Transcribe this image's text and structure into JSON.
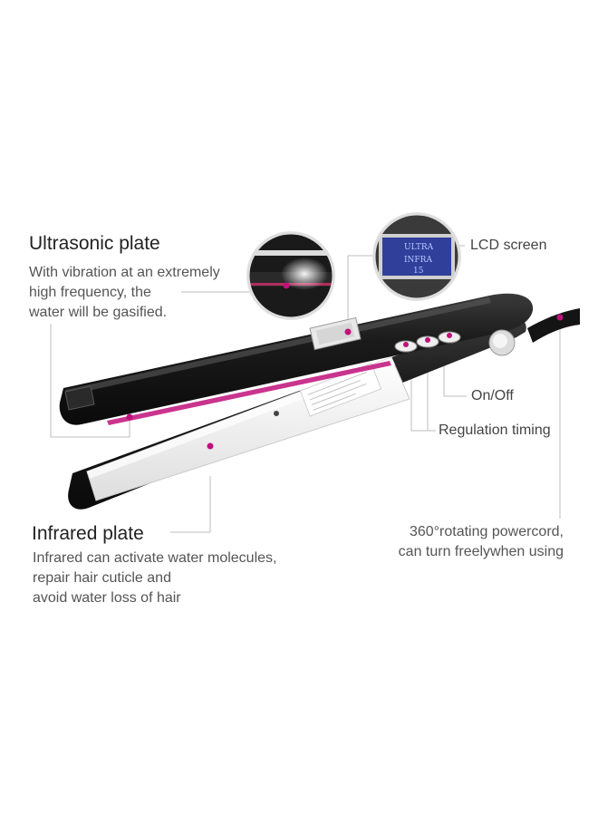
{
  "features": {
    "ultrasonic_plate": {
      "title": "Ultrasonic plate",
      "description_lines": [
        "With vibration at an extremely",
        "high frequency, the",
        "water will be gasified."
      ]
    },
    "infrared_plate": {
      "title": "Infrared plate",
      "description_lines": [
        "Infrared can activate water molecules,",
        "repair hair cuticle and",
        "avoid water loss of hair"
      ]
    },
    "lcd_screen": {
      "label": "LCD screen"
    },
    "on_off": {
      "label": "On/Off"
    },
    "regulation_timing": {
      "label": "Regulation timing"
    },
    "power_cord": {
      "description_lines": [
        "360°rotating powercord,",
        "can turn freelywhen using"
      ]
    }
  },
  "lcd_display_lines": [
    "ULTRA",
    "INFRA",
    "15"
  ],
  "colors": {
    "body": "#161616",
    "plate": "#ededed",
    "accent": "#c0107a",
    "lcd": "#2f3f9a",
    "callout_line": "#bdbdbd"
  }
}
